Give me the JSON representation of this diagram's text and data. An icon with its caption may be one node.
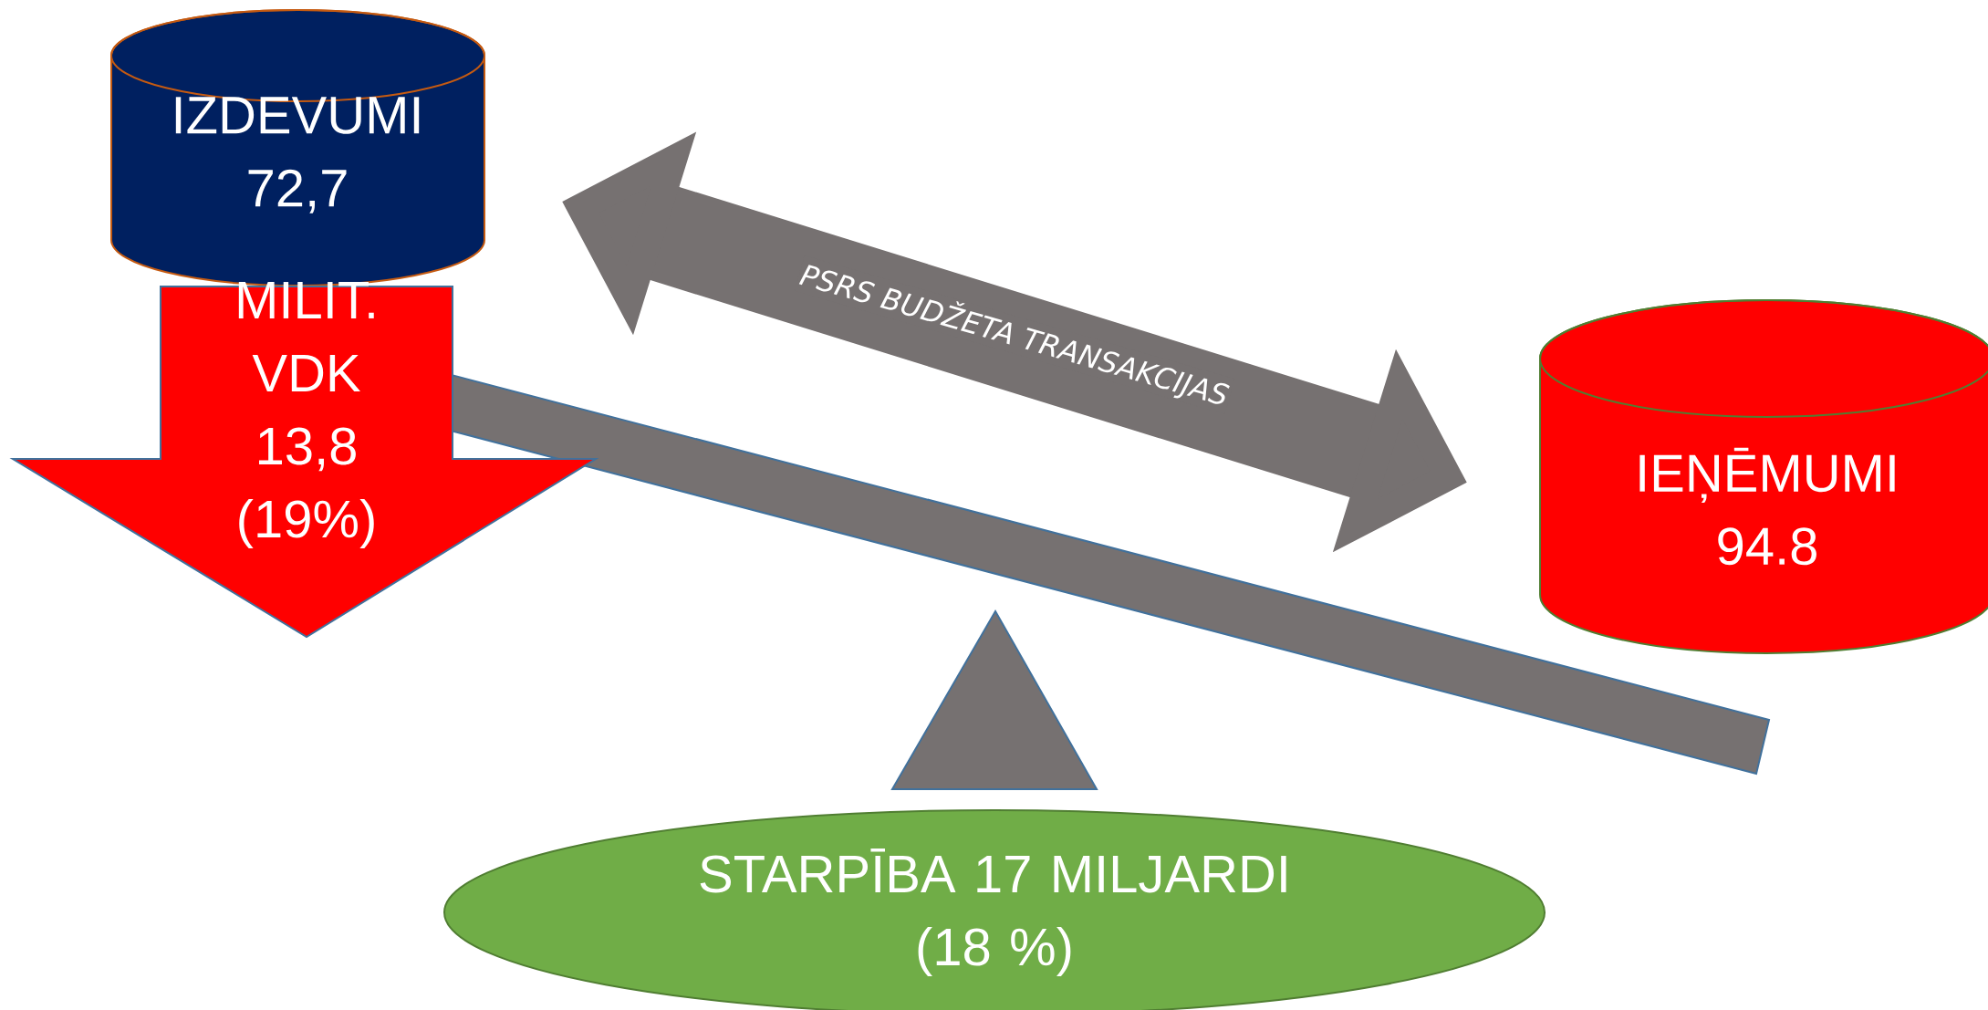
{
  "diagram": {
    "nodes": [
      {
        "text": [
          "IZDEVUMI",
          "72,7"
        ]
      },
      {
        "text": [
          "MILIT. VDK",
          "13,8 (19%)"
        ]
      },
      {
        "text": [
          "IEŅĒMUMI",
          "94.8"
        ]
      },
      {
        "text": [
          "STARPĪBA 17 MILJARDI",
          "(18 %)"
        ]
      }
    ],
    "edges": [
      {
        "from": 0,
        "to": 2,
        "arrow": "both",
        "label": "PSRS BUDŽETA TRANSAKCIJAS"
      }
    ]
  }
}
